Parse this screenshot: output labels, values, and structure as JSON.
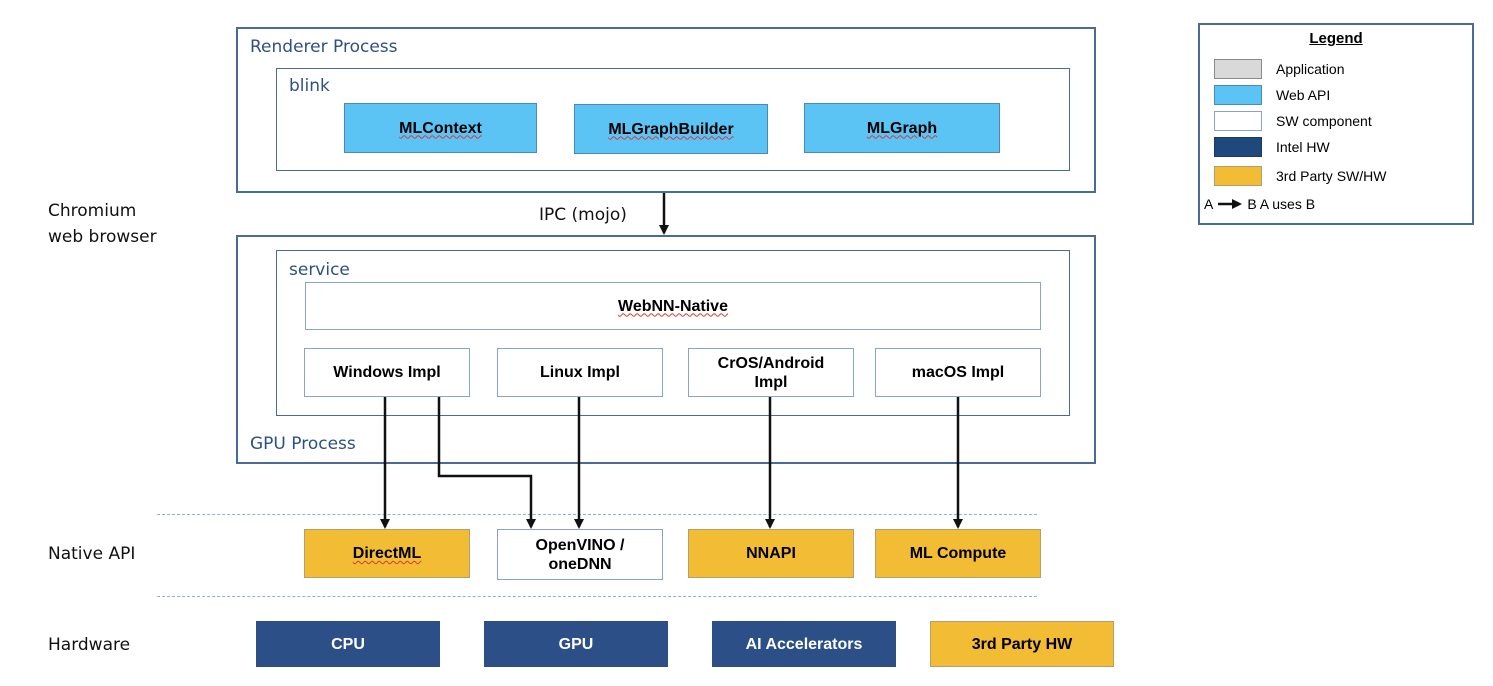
{
  "renderer": {
    "label": "Renderer Process",
    "blink": {
      "label": "blink",
      "components": [
        "MLContext",
        "MLGraphBuilder",
        "MLGraph"
      ]
    }
  },
  "ipc_label": "IPC (mojo)",
  "browser_label": [
    "Chromium",
    "web browser"
  ],
  "gpu": {
    "label": "GPU Process",
    "service": {
      "label": "service",
      "native": "WebNN-Native",
      "impls": [
        "Windows Impl",
        "Linux Impl",
        "CrOS/Android Impl",
        "macOS Impl"
      ]
    }
  },
  "layers": {
    "native_api": "Native API",
    "hardware": "Hardware"
  },
  "native_apis": [
    "DirectML",
    "OpenVINO / oneDNN",
    "NNAPI",
    "ML Compute"
  ],
  "hardware": [
    "CPU",
    "GPU",
    "AI Accelerators",
    "3rd Party HW"
  ],
  "legend": {
    "title": "Legend",
    "items": [
      {
        "label": "Application",
        "color": "#d9d9d9"
      },
      {
        "label": "Web API",
        "color": "#5bc4f4"
      },
      {
        "label": "SW component",
        "color": "#ffffff"
      },
      {
        "label": "Intel HW",
        "color": "#1f497d"
      },
      {
        "label": "3rd Party SW/HW",
        "color": "#f2bc34"
      }
    ],
    "arrow_text_a": "A",
    "arrow_text_b": "B A uses B"
  },
  "colors": {
    "frame": "#4a6a9a",
    "web_api": "#5bc4f4",
    "third_party": "#f2bc34",
    "intel_hw": "#2b4f86"
  }
}
